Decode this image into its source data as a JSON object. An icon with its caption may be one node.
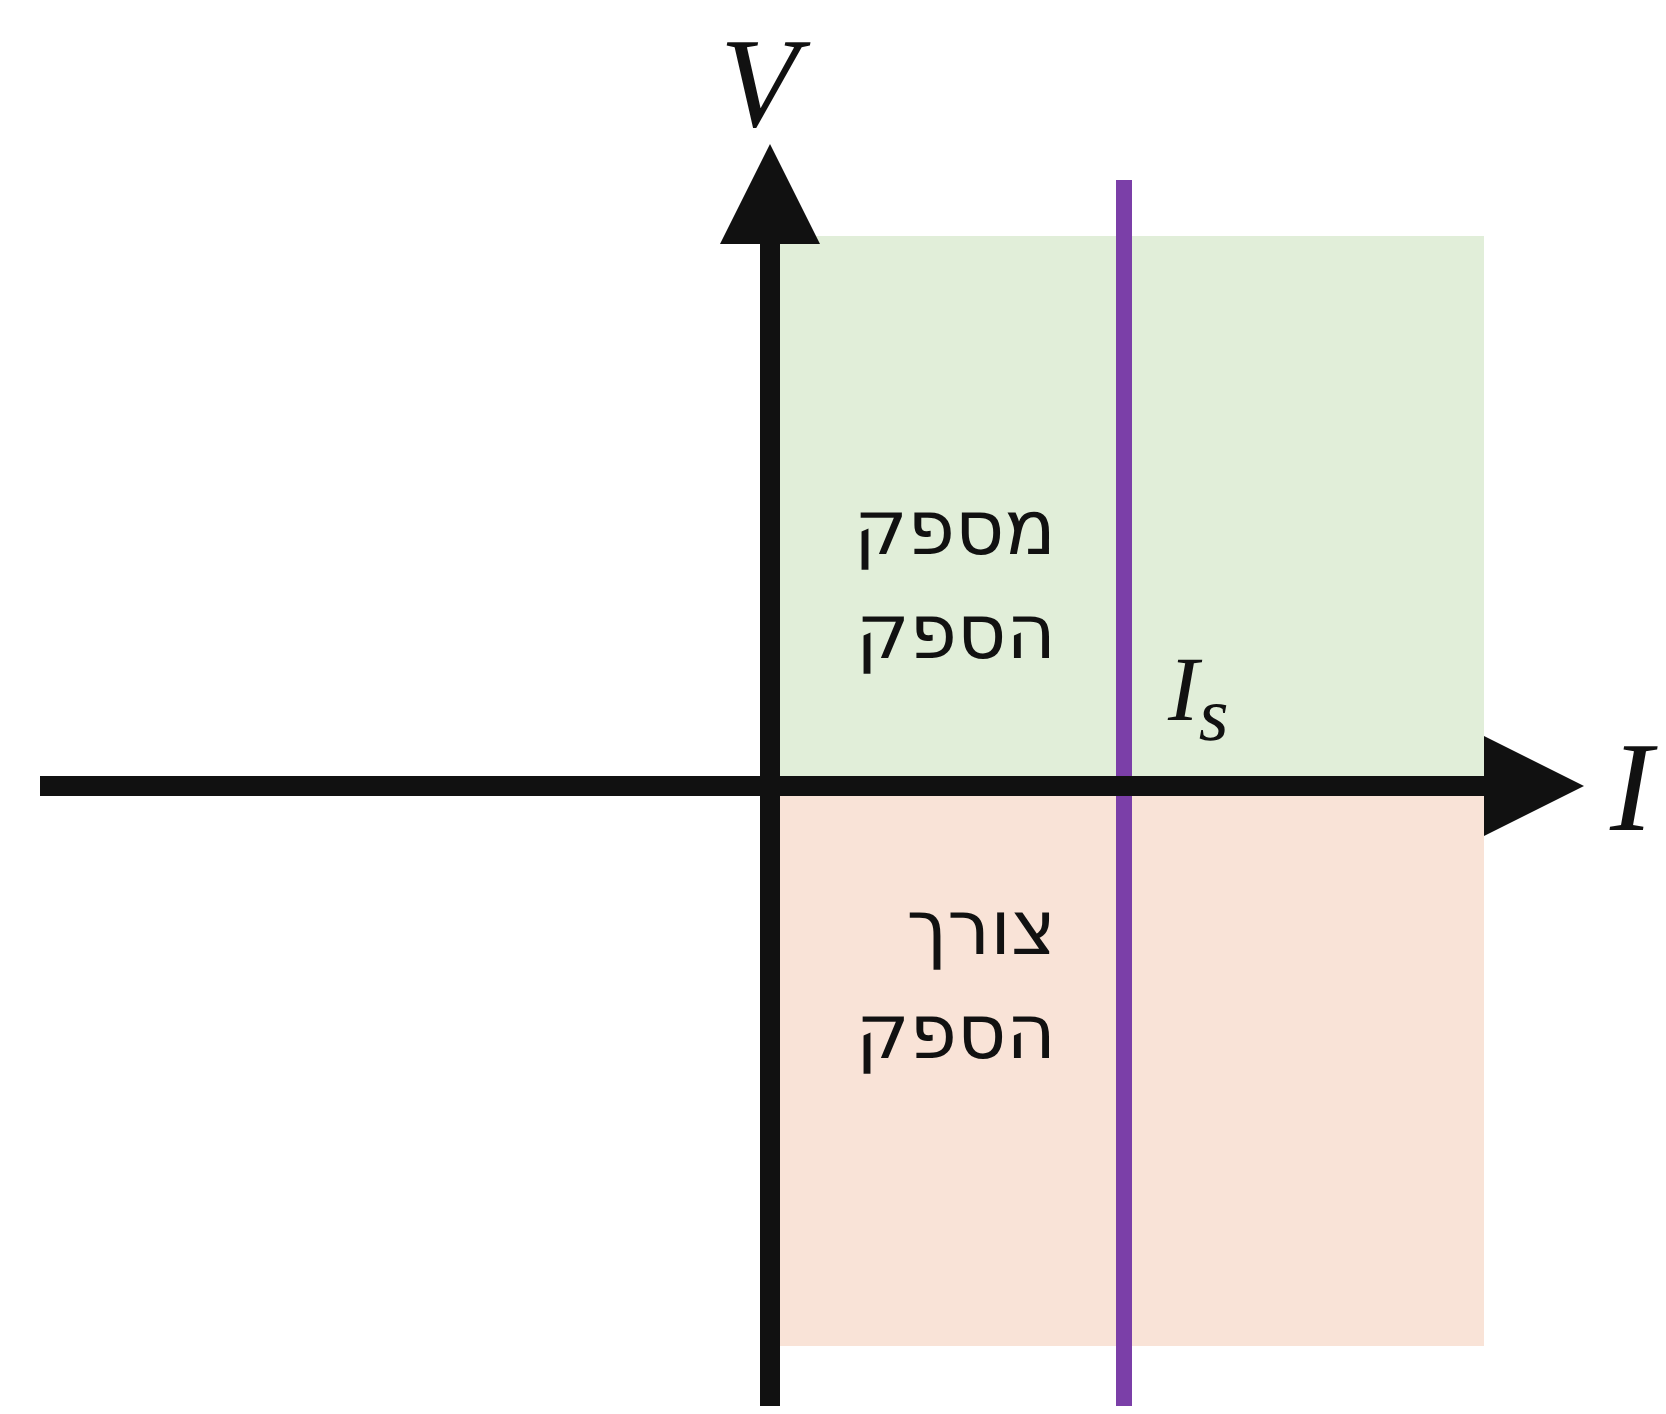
{
  "diagram": {
    "nodes": [
      {
        "text": [
          "מספק הספק"
        ]
      },
      {
        "text": [
          "צורך הספק"
        ]
      }
    ],
    "labels": [
      "V",
      "I$_{s}$",
      "I"
    ]
  }
}
